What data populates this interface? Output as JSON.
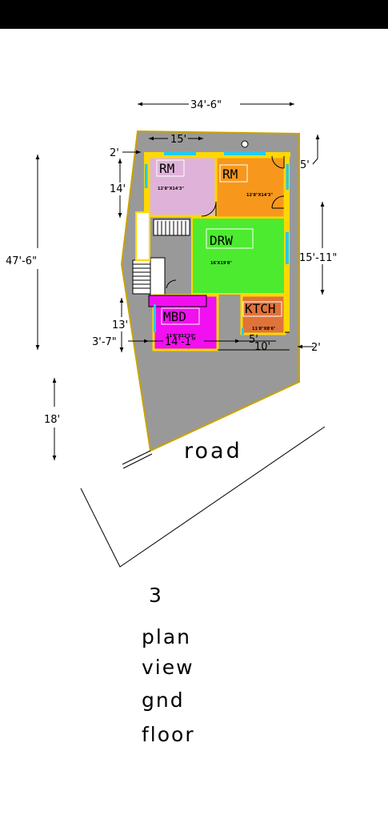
{
  "dimensions": {
    "width_total": "34'-6\"",
    "depth_total": "47'-6\"",
    "front_15": "15'",
    "left_2": "2'",
    "left_14": "14'",
    "right_5": "5'",
    "right_15_11": "15'-11\"",
    "left_13": "13'",
    "bottom_3_7": "3'-7\"",
    "bottom_14_1": "14'-1\"",
    "bottom_5": "5'",
    "bottom_10": "10'",
    "right_2": "2'",
    "left_18": "18'"
  },
  "rooms": {
    "rm1": {
      "name": "RM",
      "size": "12'8\"X14'3\"",
      "color": "#dfb3d9"
    },
    "rm2": {
      "name": "RM",
      "size": "12'8\"X14'3\"",
      "color": "#f7981d"
    },
    "drw": {
      "name": "DRW",
      "size": "16'X19'8\"",
      "color": "#4ceb2f"
    },
    "mbd": {
      "name": "MBD",
      "size": "11'6\"X12'10\"",
      "color": "#f20ff0"
    },
    "ktch": {
      "name": "KTCH",
      "size": "11'8\"X8'6\"",
      "color": "#e0733a"
    }
  },
  "colors": {
    "plot": "#999999",
    "wall": "#ffd800",
    "window": "#27c9ea",
    "circulation": "#a6a6a6"
  },
  "road_label": "road",
  "caption": [
    "3",
    "plan",
    "view",
    "gnd",
    "floor"
  ]
}
